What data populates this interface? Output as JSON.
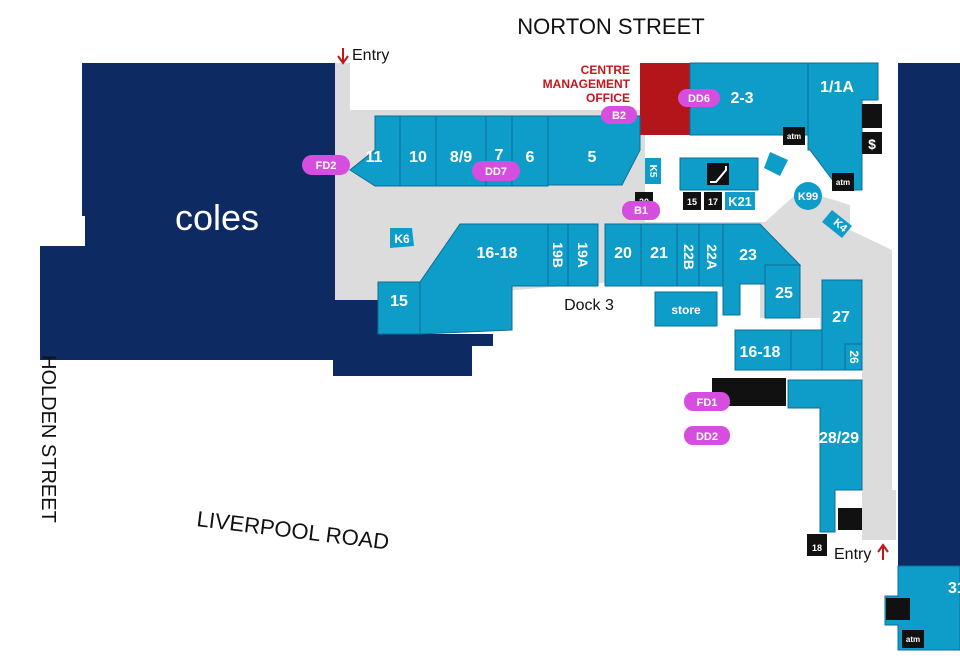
{
  "streets": {
    "north": "NORTON STREET",
    "west": "HOLDEN STREET",
    "south": "LIVERPOOL ROAD"
  },
  "anchor": "coles",
  "centre_management": [
    "CENTRE",
    "MANAGEMENT",
    "OFFICE"
  ],
  "entries": {
    "top": "Entry",
    "bottom": "Entry"
  },
  "dock": "Dock 3",
  "store_label": "store",
  "kiosks": {
    "k5": "K5",
    "k6": "K6",
    "k4": "K4",
    "k99": "K99",
    "k21": "K21"
  },
  "atm_label": "atm",
  "dollar_label": "$",
  "shops": {
    "s2_3": "2-3",
    "s1_1a": "1/1A",
    "s5": "5",
    "s6": "6",
    "s7": "7",
    "s8_9": "8/9",
    "s10": "10",
    "s11": "11",
    "s15": "15",
    "s16_18": "16-18",
    "s19b": "19B",
    "s19a": "19A",
    "s20": "20",
    "s21": "21",
    "s22b": "22B",
    "s22a": "22A",
    "s23": "23",
    "s25": "25",
    "s27": "27",
    "s16_18b": "16-18",
    "s26": "26",
    "s28_29": "28/29",
    "s31": "31"
  },
  "mini_boxes": {
    "m20": "20",
    "m15": "15",
    "m17": "17",
    "m18": "18"
  },
  "parking_pills": {
    "dd6": "DD6",
    "b2": "B2",
    "fd2": "FD2",
    "dd7": "DD7",
    "b1": "B1",
    "fd1": "FD1",
    "dd2": "DD2"
  },
  "colors": {
    "navy": "#0d2a63",
    "teal": "#0e9dc9",
    "mall": "#dcdcdc",
    "pill": "#d64ee0",
    "management": "#c4161c",
    "stroke": "#003b5c"
  }
}
